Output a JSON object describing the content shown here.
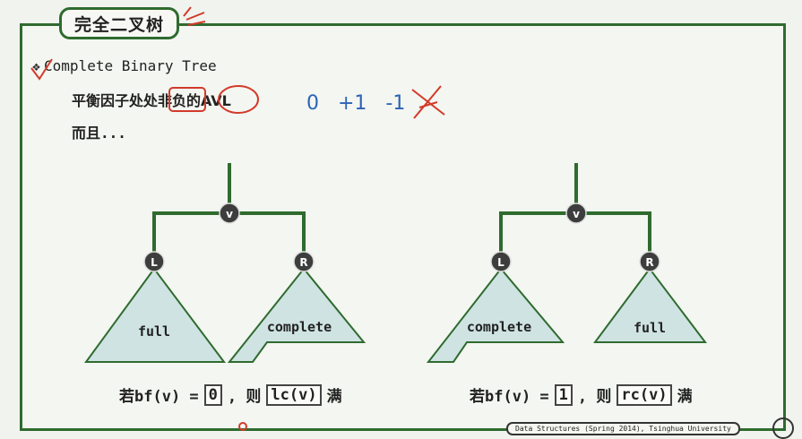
{
  "slide": {
    "title": "完全二叉树",
    "bullet": "Complete Binary Tree",
    "line2_text": "平衡因子处处非负的AVL",
    "line3": "而且...",
    "annotation": "0   +1   -1",
    "footer": "Data Structures (Spring 2014), Tsinghua University"
  },
  "trees": [
    {
      "root": "v",
      "left": "L",
      "right": "R",
      "left_label": "full",
      "right_label": "complete",
      "caption_pre": "若bf(v) =",
      "caption_val": "0",
      "caption_mid": ", 则",
      "caption_box": "lc(v)",
      "caption_post": "满"
    },
    {
      "root": "v",
      "left": "L",
      "right": "R",
      "left_label": "complete",
      "right_label": "full",
      "caption_pre": "若bf(v) =",
      "caption_val": "1",
      "caption_mid": ", 则",
      "caption_box": "rc(v)",
      "caption_post": "满"
    }
  ],
  "colors": {
    "frame": "#2f6b2f",
    "subtree_fill": "#cfe3e3",
    "node": "#3d3d3d",
    "ink": "#d23a2a",
    "accent_blue": "#2b63b8"
  }
}
